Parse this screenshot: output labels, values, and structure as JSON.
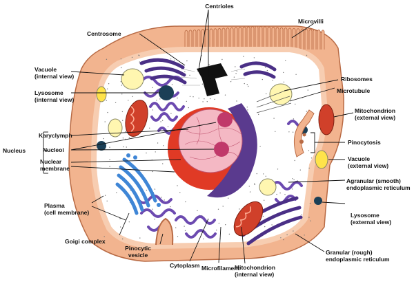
{
  "colors": {
    "cell_outer": "#f2b48f",
    "cell_inner_border": "#f7cdb1",
    "cytoplasm": "#ffffff",
    "nucleus_fill": "#f4b8c4",
    "nucleus_envelope_red": "#e03a25",
    "nucleus_envelope_purple": "#5a3a8e",
    "nucleolus": "#c0396a",
    "er_rough": "#4a2f86",
    "er_smooth": "#6c4ab0",
    "golgi": "#3f86d6",
    "mitochondrion": "#d0402a",
    "vacuole": "#fff6b0",
    "lysosome": "#1b3f56",
    "line": "#111111"
  },
  "labels": {
    "centrioles": "Centrioles",
    "microvilli": "Microvilli",
    "centrosome": "Centrosome",
    "vacuole_internal": "Vacuole\n(internal view)",
    "ribosomes": "Ribosomes",
    "lysosome_internal": "Lysosome\n(internal view)",
    "microtubule": "Microtubule",
    "mitochondrion_external": "Mitochondrion\n(external view)",
    "karyolymph": "Karyclymph",
    "nucleus": "Nucleus",
    "nucleoi": "Nucleoi",
    "nuclear_membrane": "Nuclear\nmembrane",
    "pinocytosis": "Pinocytosis",
    "vacuole_external": "Vacuole\n(external view)",
    "agranular_er": "Agranular (smooth)\nendoplasmic reticulum",
    "plasma_membrane": "Plasma\n(cell membrane)",
    "lysosome_external": "Lysosome\n(external view)",
    "golgi": "Goigi complex",
    "pinocytic_vesicle": "Pinocytic\nvesicle",
    "cytoplasm": "Cytoplasm",
    "microfilament": "Microfilament",
    "mitochondrion_internal": "Mitochondrion\n(internal view)",
    "granular_er": "Granular (rough)\nendoplasmic reticulum"
  }
}
